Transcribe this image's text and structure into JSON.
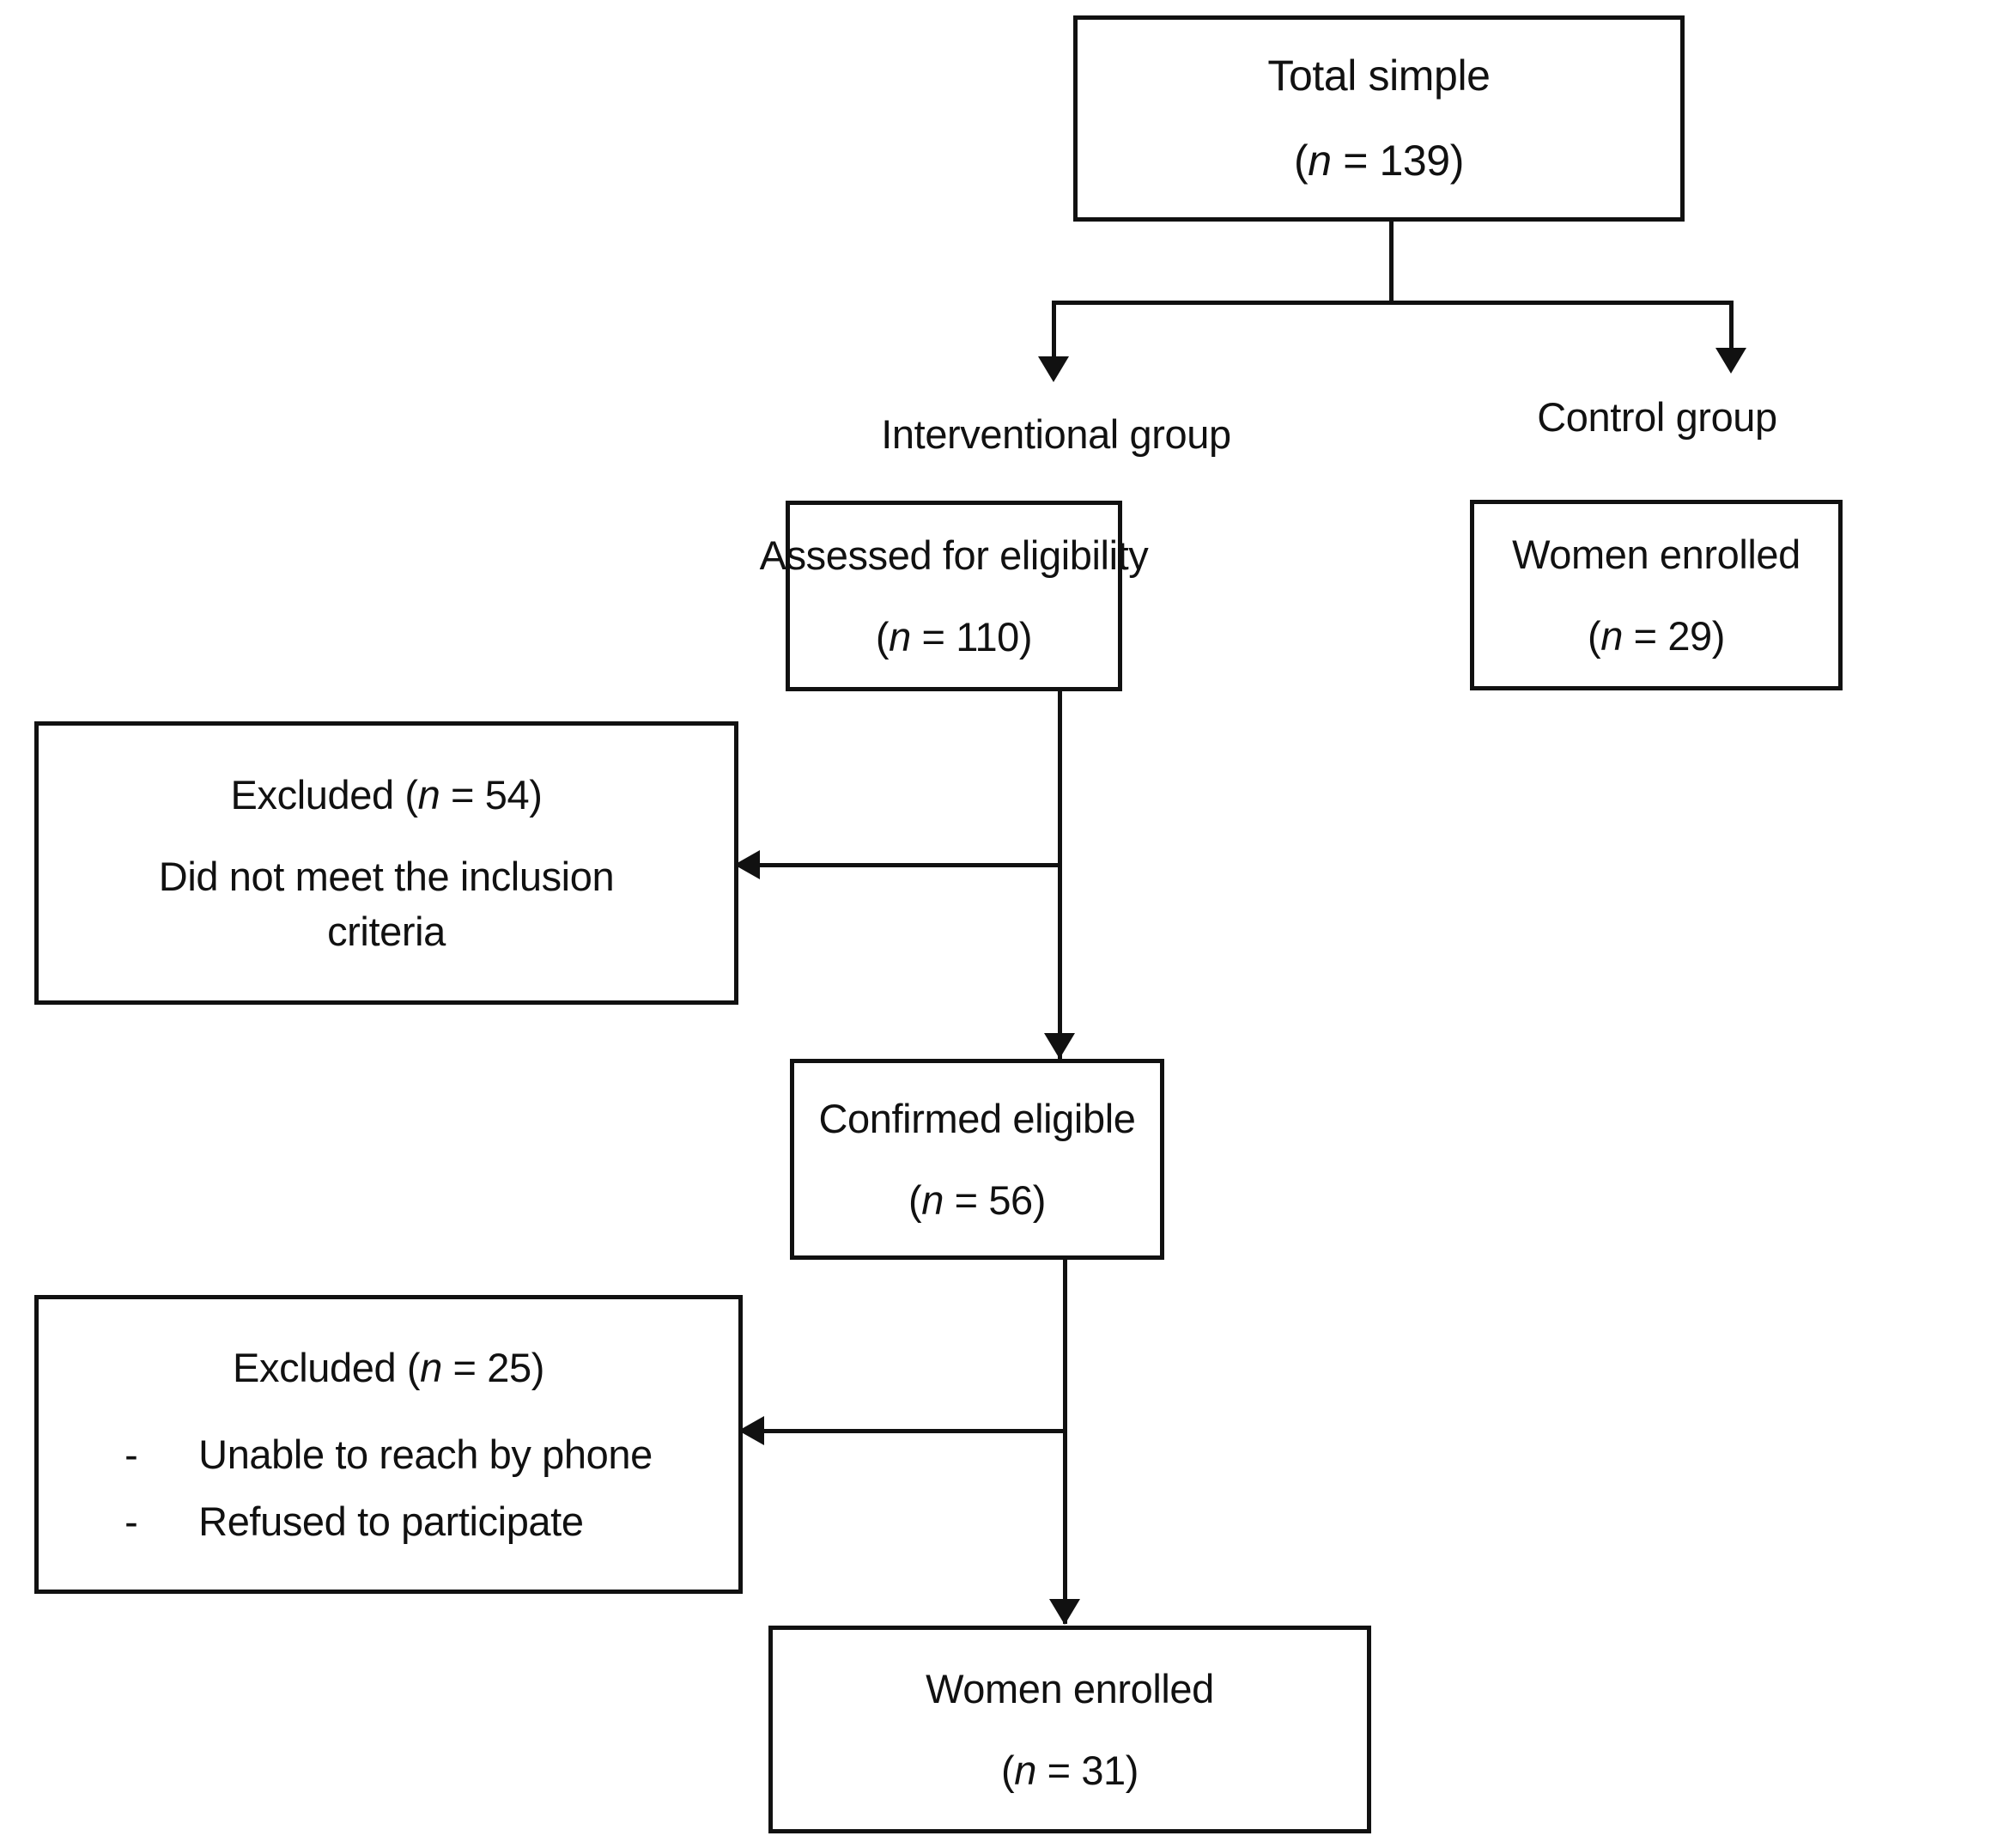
{
  "diagram": {
    "title": "Participant flow diagram",
    "ink_color": "#111111",
    "background_color": "#ffffff",
    "nodes": {
      "total_sample": {
        "line1": "Total simple",
        "line2_prefix": "(",
        "line2_symbol": "n",
        "line2_suffix": " = 139)",
        "n": 139
      },
      "interventional_label": "Interventional group",
      "control_label": "Control group",
      "assessed": {
        "line1": "Assessed for eligibility",
        "line2_prefix": "(",
        "line2_symbol": "n",
        "line2_suffix": " = 110)",
        "n": 110
      },
      "control_enrolled": {
        "line1": "Women enrolled",
        "line2_prefix": "(",
        "line2_symbol": "n",
        "line2_suffix": " = 29)",
        "n": 29
      },
      "excluded_1": {
        "line1_prefix": "Excluded (",
        "line1_symbol": "n",
        "line1_suffix": " = 54)",
        "n": 54,
        "reason_line1": "Did not meet the inclusion",
        "reason_line2": "criteria"
      },
      "confirmed_eligible": {
        "line1": "Confirmed eligible",
        "line2_prefix": "(",
        "line2_symbol": "n",
        "line2_suffix": " = 56)",
        "n": 56
      },
      "excluded_2": {
        "line1_prefix": "Excluded (",
        "line1_symbol": "n",
        "line1_suffix": " = 25)",
        "n": 25,
        "bullet_marker": "-",
        "bullet_1": "Unable to reach by phone",
        "bullet_2": "Refused to participate"
      },
      "intervention_enrolled": {
        "line1": "Women enrolled",
        "line2_prefix": "(",
        "line2_symbol": "n",
        "line2_suffix": " = 31)",
        "n": 31
      }
    }
  },
  "chart_data": {
    "type": "diagram",
    "title": "Participant flow diagram",
    "nodes": [
      {
        "id": "total_sample",
        "label": "Total simple",
        "n": 139
      },
      {
        "id": "interventional_group",
        "label": "Interventional group",
        "n": null
      },
      {
        "id": "control_group",
        "label": "Control group",
        "n": null
      },
      {
        "id": "assessed_for_eligibility",
        "label": "Assessed for eligibility",
        "n": 110
      },
      {
        "id": "control_women_enrolled",
        "label": "Women enrolled",
        "n": 29
      },
      {
        "id": "excluded_1",
        "label": "Excluded - Did not meet the inclusion criteria",
        "n": 54
      },
      {
        "id": "confirmed_eligible",
        "label": "Confirmed eligible",
        "n": 56
      },
      {
        "id": "excluded_2",
        "label": "Excluded - Unable to reach by phone; Refused to participate",
        "n": 25
      },
      {
        "id": "intervention_women_enrolled",
        "label": "Women enrolled",
        "n": 31
      }
    ],
    "edges": [
      {
        "from": "total_sample",
        "to": "interventional_group"
      },
      {
        "from": "total_sample",
        "to": "control_group"
      },
      {
        "from": "interventional_group",
        "to": "assessed_for_eligibility"
      },
      {
        "from": "control_group",
        "to": "control_women_enrolled"
      },
      {
        "from": "assessed_for_eligibility",
        "to": "excluded_1"
      },
      {
        "from": "assessed_for_eligibility",
        "to": "confirmed_eligible"
      },
      {
        "from": "confirmed_eligible",
        "to": "excluded_2"
      },
      {
        "from": "confirmed_eligible",
        "to": "intervention_women_enrolled"
      }
    ]
  }
}
